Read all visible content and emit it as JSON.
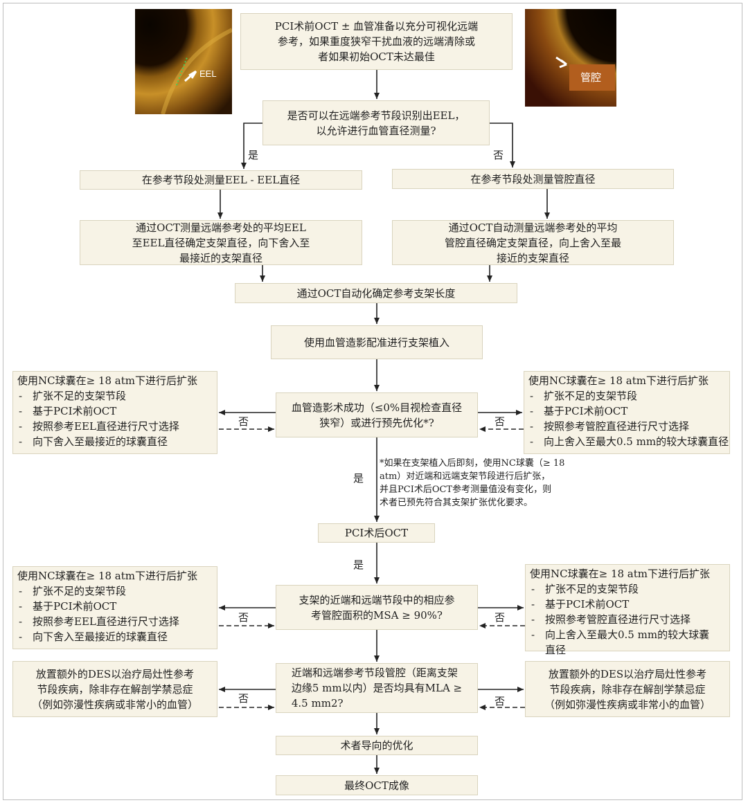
{
  "images": {
    "left": {
      "caption": "EEL"
    },
    "right": {
      "caption": "管腔"
    }
  },
  "top": [
    "PCI术前OCT ± 血管准备以充分可视化远端",
    "参考，如果重度狭窄干扰血液的远端清除或",
    "者如果初始OCT未达最佳"
  ],
  "q_eel": [
    "是否可以在远端参考节段识别出EEL，",
    "以允许进行血管直径测量?"
  ],
  "yes": "是",
  "no": "否",
  "measure_eel": "在参考节段处测量EEL - EEL直径",
  "measure_lumen": "在参考节段处测量管腔直径",
  "stent_eel": [
    "通过OCT测量远端参考处的平均EEL",
    "至EEL直径确定支架直径，向下舍入至",
    "最接近的支架直径"
  ],
  "stent_lumen": [
    "通过OCT自动测量远端参考处的平均",
    "管腔直径确定支架直径，向上舍入至最",
    "接近的支架直径"
  ],
  "length": "通过OCT自动化确定参考支架长度",
  "implant": "使用血管造影配准进行支架植入",
  "q_angio": [
    "血管造影术成功（≤0%目视检查直径",
    "狭窄）或进行预先优化*?"
  ],
  "postdil_left_1": {
    "title": "使用NC球囊在≥ 18 atm下进行后扩张",
    "items": [
      "扩张不足的支架节段",
      "基于PCI术前OCT",
      "按照参考EEL直径进行尺寸选择",
      "向下舍入至最接近的球囊直径"
    ]
  },
  "postdil_right_1": {
    "title": "使用NC球囊在≥ 18 atm下进行后扩张",
    "items": [
      "扩张不足的支架节段",
      "基于PCI术前OCT",
      "按照参考管腔直径进行尺寸选择",
      "向上舍入至最大0.5 mm的较大球囊直径"
    ]
  },
  "footnote": [
    "*如果在支架植入后即刻，使用NC球囊（≥ 18",
    "atm）对近端和远端支架节段进行后扩张，",
    "并且PCI术后OCT参考测量值没有变化，则",
    "术者已预先符合其支架扩张优化要求。"
  ],
  "post_oct": "PCI术后OCT",
  "q_msa": [
    "支架的近端和远端节段中的相应参",
    "考管腔面积的MSA ≥ 90%?"
  ],
  "postdil_left_2": {
    "title": "使用NC球囊在≥ 18 atm下进行后扩张",
    "items": [
      "扩张不足的支架节段",
      "基于PCI术前OCT",
      "按照参考EEL直径进行尺寸选择",
      "向下舍入至最接近的球囊直径"
    ]
  },
  "postdil_right_2": {
    "title": "使用NC球囊在≥ 18 atm下进行后扩张",
    "items": [
      "扩张不足的支架节段",
      "基于PCI术前OCT",
      "按照参考管腔直径进行尺寸选择",
      "向上舍入至最大0.5 mm的较大球囊"
    ],
    "tail": "直径"
  },
  "q_mla": [
    "近端和远端参考节段管腔（距离支架",
    "边缘5 mm以内）是否均具有MLA ≥",
    "4.5 mm2?"
  ],
  "des_left": [
    "放置额外的DES以治疗局灶性参考",
    "节段疾病，除非存在解剖学禁忌症",
    "（例如弥漫性疾病或非常小的血管）"
  ],
  "des_right": [
    "放置额外的DES以治疗局灶性参考",
    "节段疾病，除非存在解剖学禁忌症",
    "（例如弥漫性疾病或非常小的血管）"
  ],
  "opt": "术者导向的优化",
  "final": "最终OCT成像"
}
